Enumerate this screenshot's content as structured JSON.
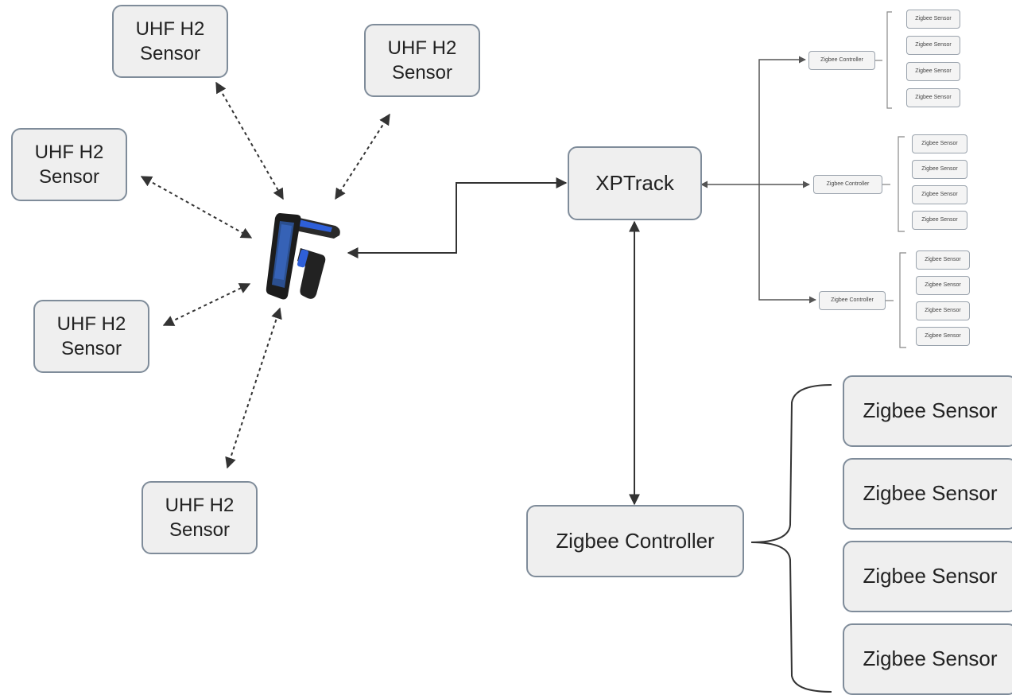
{
  "uhf_sensors": [
    {
      "label": "UHF H2\nSensor"
    },
    {
      "label": "UHF H2\nSensor"
    },
    {
      "label": "UHF H2\nSensor"
    },
    {
      "label": "UHF H2\nSensor"
    },
    {
      "label": "UHF H2\nSensor"
    }
  ],
  "hub": {
    "label": "XPTrack"
  },
  "main_controller": {
    "label": "Zigbee Controller"
  },
  "main_sensors": [
    {
      "label": "Zigbee Sensor"
    },
    {
      "label": "Zigbee Sensor"
    },
    {
      "label": "Zigbee Sensor"
    },
    {
      "label": "Zigbee Sensor"
    }
  ],
  "small_clusters": [
    {
      "controller": "Zigbee Controller",
      "sensors": [
        "Zigbee Sensor",
        "Zigbee Sensor",
        "Zigbee Sensor",
        "Zigbee Sensor"
      ]
    },
    {
      "controller": "Zigbee Controller",
      "sensors": [
        "Zigbee Sensor",
        "Zigbee Sensor",
        "Zigbee Sensor",
        "Zigbee Sensor"
      ]
    },
    {
      "controller": "Zigbee Controller",
      "sensors": [
        "Zigbee Sensor",
        "Zigbee Sensor",
        "Zigbee Sensor",
        "Zigbee Sensor"
      ]
    }
  ],
  "colors": {
    "box_fill": "#efefef",
    "box_border": "#7f8c9a",
    "line": "#333333",
    "reader_body": "#1c1c1c",
    "reader_accent": "#2e5fd8"
  },
  "icons": {
    "reader": "handheld-rfid-reader-icon"
  }
}
